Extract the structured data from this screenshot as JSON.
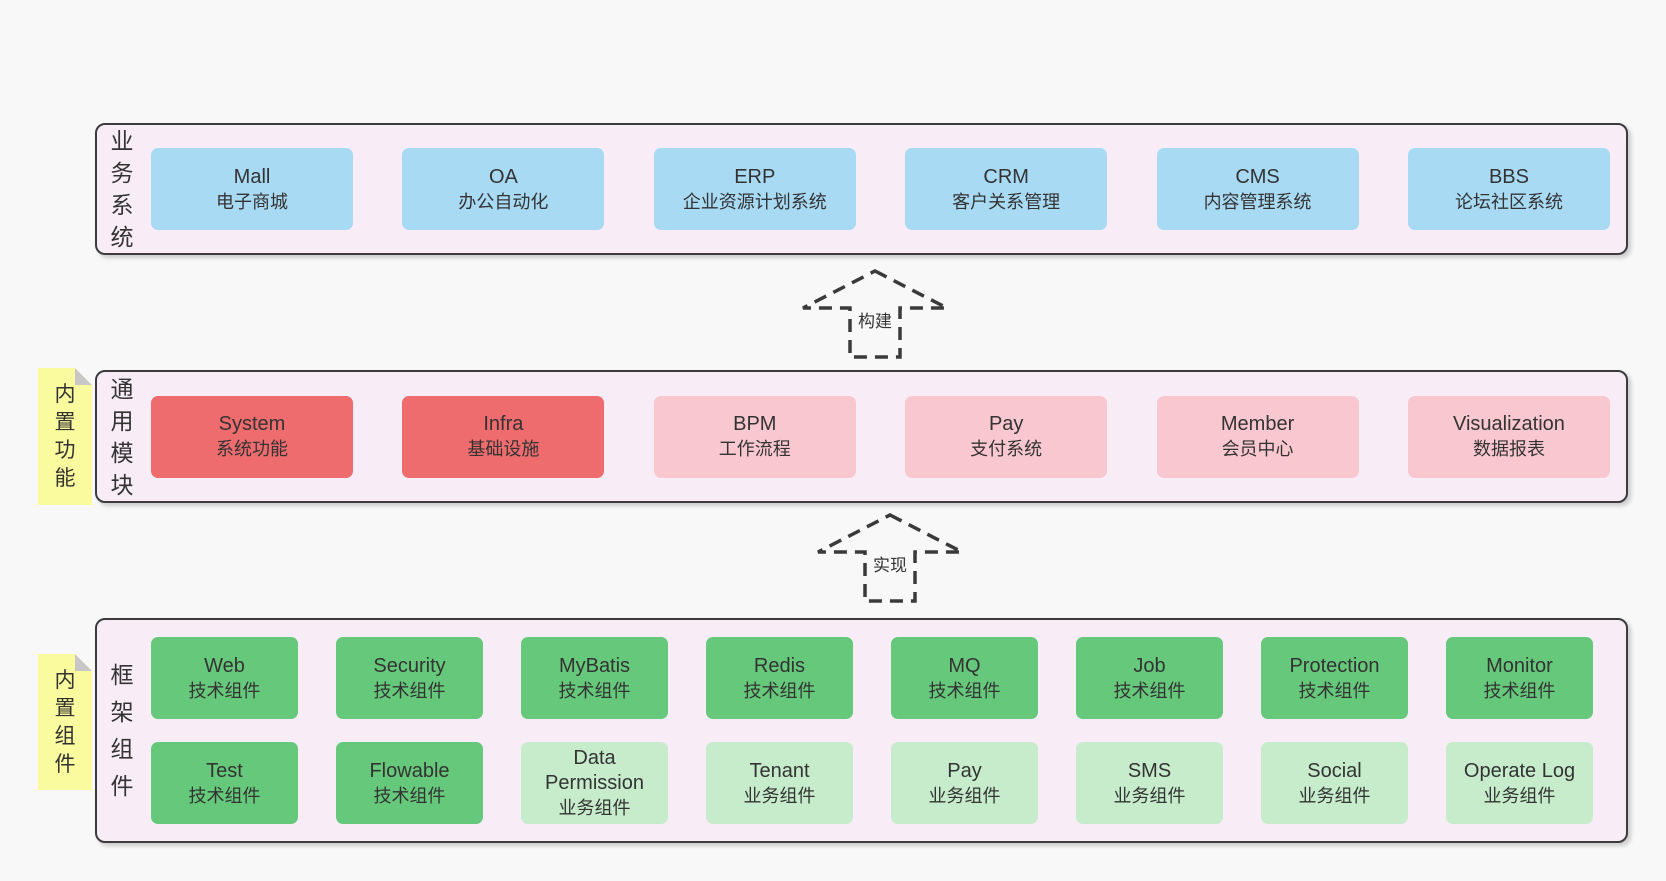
{
  "colors": {
    "page_bg": "#f8f8f8",
    "band_bg": "#f8edf6",
    "band_border": "#3c3c3c",
    "blue_box": "#a8daf4",
    "red_box": "#ee6b6e",
    "pink_box": "#f9c7cf",
    "green_box": "#66c87b",
    "light_green_box": "#c6eccc",
    "sticky_yellow": "#fafa9e",
    "text": "#333333"
  },
  "bands": [
    {
      "label": "业务系统",
      "boxes": [
        {
          "en": "Mall",
          "zh": "电子商城"
        },
        {
          "en": "OA",
          "zh": "办公自动化"
        },
        {
          "en": "ERP",
          "zh": "企业资源计划系统"
        },
        {
          "en": "CRM",
          "zh": "客户关系管理"
        },
        {
          "en": "CMS",
          "zh": "内容管理系统"
        },
        {
          "en": "BBS",
          "zh": "论坛社区系统"
        }
      ]
    },
    {
      "label": "通用模块",
      "sticky": "内置功能",
      "boxes": [
        {
          "en": "System",
          "zh": "系统功能"
        },
        {
          "en": "Infra",
          "zh": "基础设施"
        },
        {
          "en": "BPM",
          "zh": "工作流程"
        },
        {
          "en": "Pay",
          "zh": "支付系统"
        },
        {
          "en": "Member",
          "zh": "会员中心"
        },
        {
          "en": "Visualization",
          "zh": "数据报表"
        }
      ]
    },
    {
      "label": "框架组件",
      "sticky": "内置组件",
      "rows": [
        [
          {
            "en": "Web",
            "zh": "技术组件"
          },
          {
            "en": "Security",
            "zh": "技术组件"
          },
          {
            "en": "MyBatis",
            "zh": "技术组件"
          },
          {
            "en": "Redis",
            "zh": "技术组件"
          },
          {
            "en": "MQ",
            "zh": "技术组件"
          },
          {
            "en": "Job",
            "zh": "技术组件"
          },
          {
            "en": "Protection",
            "zh": "技术组件"
          },
          {
            "en": "Monitor",
            "zh": "技术组件"
          }
        ],
        [
          {
            "en": "Test",
            "zh": "技术组件"
          },
          {
            "en": "Flowable",
            "zh": "技术组件"
          },
          {
            "en": "Data Permission",
            "zh": "业务组件"
          },
          {
            "en": "Tenant",
            "zh": "业务组件"
          },
          {
            "en": "Pay",
            "zh": "业务组件"
          },
          {
            "en": "SMS",
            "zh": "业务组件"
          },
          {
            "en": "Social",
            "zh": "业务组件"
          },
          {
            "en": "Operate Log",
            "zh": "业务组件"
          }
        ]
      ]
    }
  ],
  "arrows": [
    {
      "label": "构建"
    },
    {
      "label": "实现"
    }
  ]
}
